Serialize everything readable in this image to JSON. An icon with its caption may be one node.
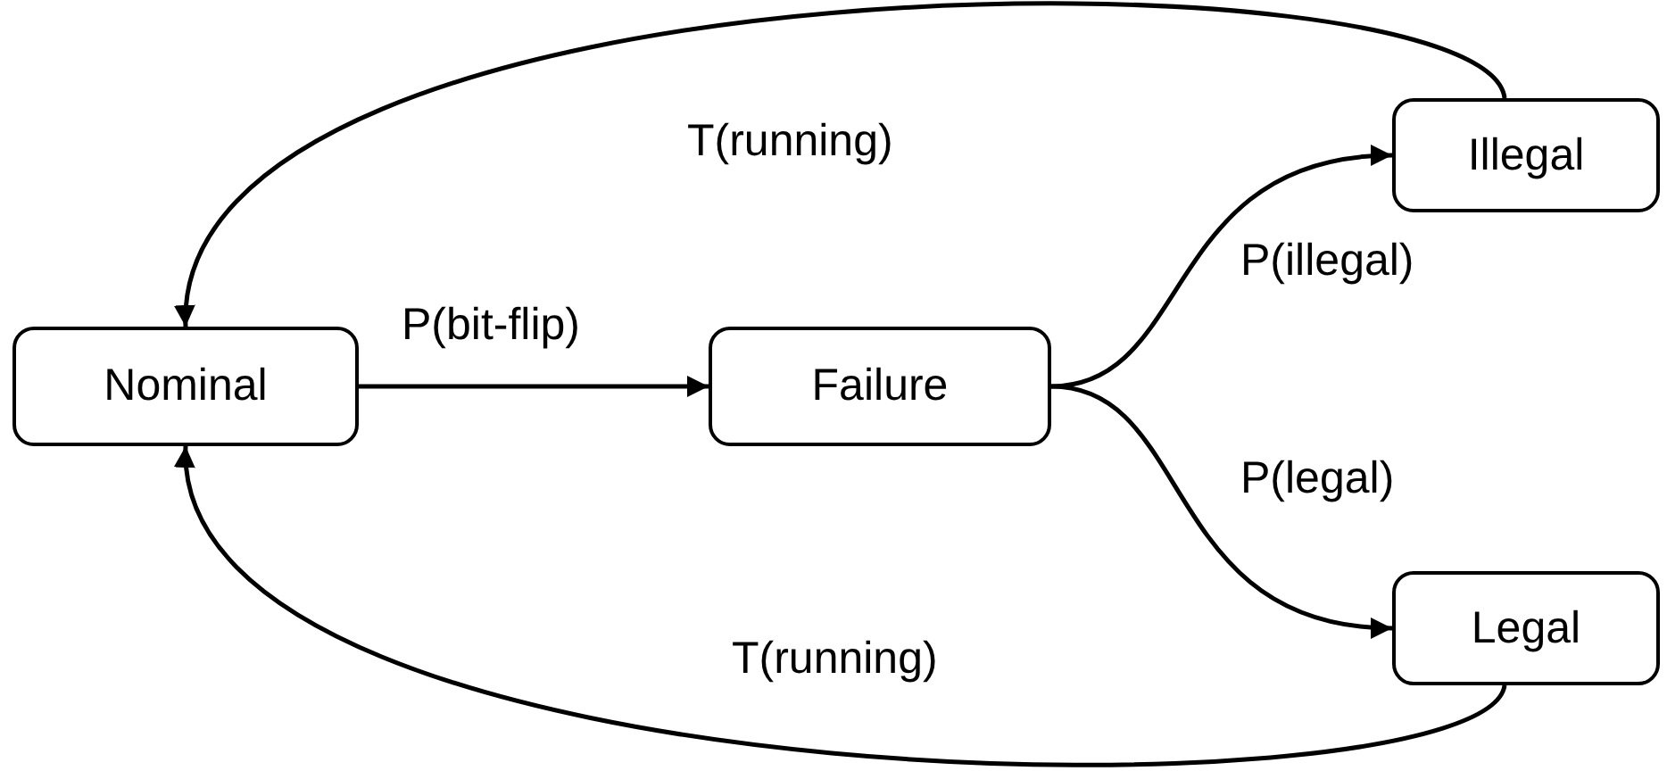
{
  "diagram": {
    "nodes": [
      {
        "text": [
          "Nominal"
        ]
      },
      {
        "text": [
          "Failure"
        ]
      },
      {
        "text": [
          "Illegal"
        ]
      },
      {
        "text": [
          "Legal"
        ]
      }
    ],
    "edges": [
      {
        "from": 0,
        "to": 1,
        "arrow": "to",
        "label": "P(bit-flip)"
      },
      {
        "from": 1,
        "to": 2,
        "arrow": "to",
        "label": "P(illegal)"
      },
      {
        "from": 1,
        "to": 3,
        "arrow": "to",
        "label": "P(legal)"
      },
      {
        "from": 2,
        "to": 0,
        "arrow": "to",
        "label": "T(running)"
      },
      {
        "from": 3,
        "to": 0,
        "arrow": "to",
        "label": "T(running)"
      }
    ]
  }
}
